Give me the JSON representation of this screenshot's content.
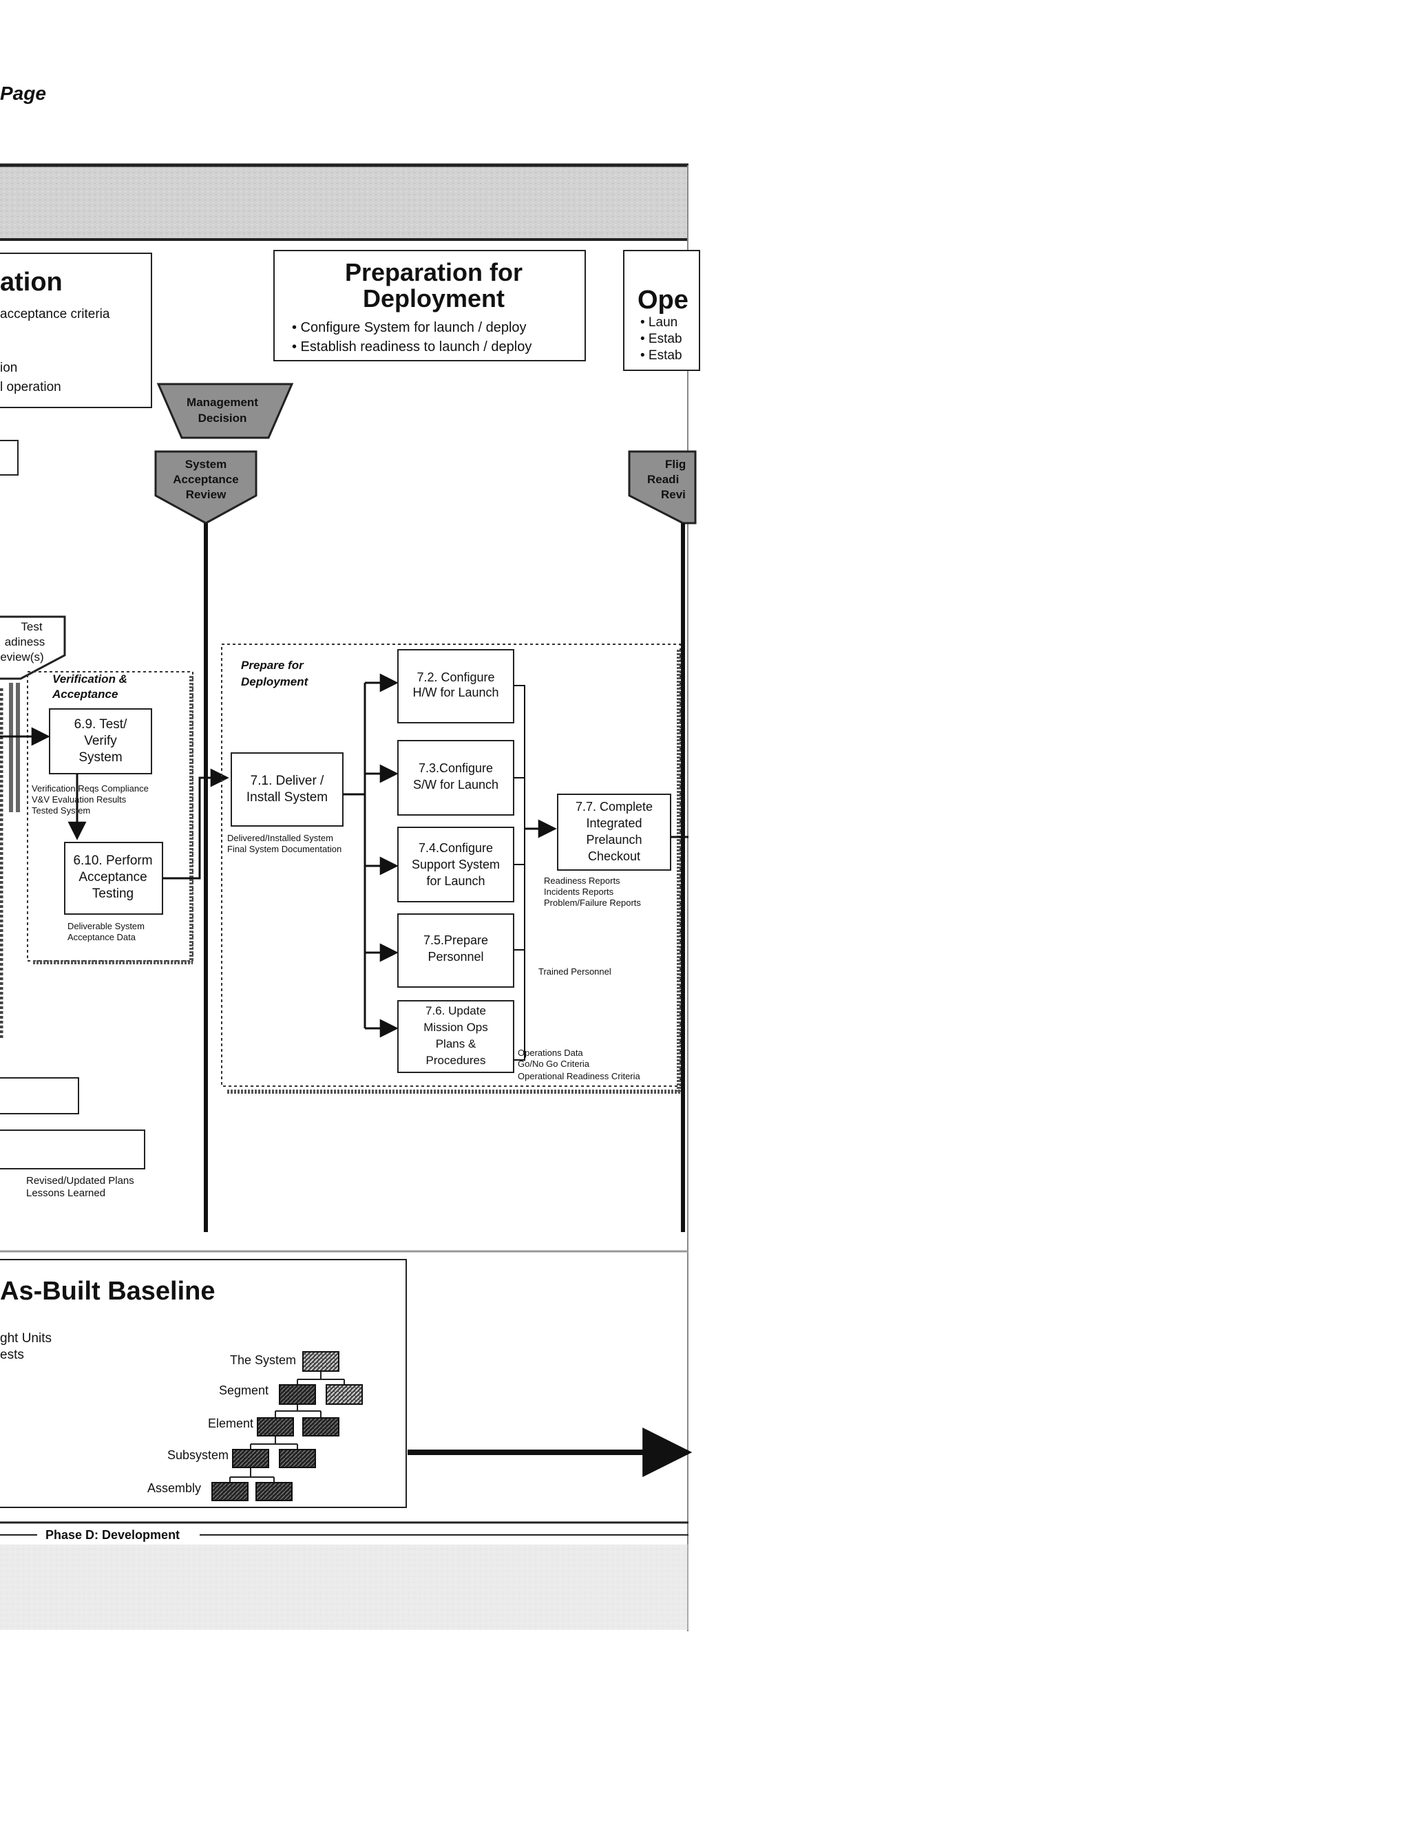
{
  "page": {
    "header": "Page"
  },
  "panels": {
    "verification": {
      "title": "ation",
      "lines": [
        "acceptance criteria",
        "",
        "ion",
        "l operation"
      ]
    },
    "deployment": {
      "title_1": "Preparation for",
      "title_2": "Deployment",
      "bullets": [
        "• Configure System for launch / deploy",
        "• Establish readiness to launch / deploy"
      ]
    },
    "operations": {
      "title": "Ope",
      "bullets": [
        "• Laun",
        "• Estab",
        "• Estab"
      ]
    }
  },
  "decisions": {
    "management": [
      "Management",
      "Decision"
    ],
    "acceptance_review": [
      "System",
      "Acceptance",
      "Review"
    ],
    "flight_readiness": [
      "Flig",
      "Readi",
      "Revi"
    ],
    "test_readiness": [
      "Test",
      "adiness",
      "eview(s)"
    ]
  },
  "groups": {
    "verification": [
      "Verification &",
      "Acceptance"
    ],
    "prepare": [
      "Prepare for",
      "Deployment"
    ]
  },
  "boxes": {
    "b69": [
      "6.9.  Test/",
      "Verify",
      "System"
    ],
    "b610": [
      "6.10. Perform",
      "Acceptance",
      "Testing"
    ],
    "b71": [
      "7.1. Deliver /",
      "Install System"
    ],
    "b72": [
      "7.2. Configure",
      "H/W for Launch"
    ],
    "b73": [
      "7.3.Configure",
      "S/W for Launch"
    ],
    "b74": [
      "7.4.Configure",
      "Support System",
      "for Launch"
    ],
    "b75": [
      "7.5.Prepare",
      "Personnel"
    ],
    "b76": [
      "7.6. Update",
      "Mission Ops",
      "Plans &",
      "Procedures"
    ],
    "b77": [
      "7.7. Complete",
      "Integrated",
      "Prelaunch",
      "Checkout"
    ]
  },
  "outputs": {
    "o69": [
      "Verification Reqs Compliance",
      "V&V Evaluation Results",
      "Tested System"
    ],
    "o610": [
      "Deliverable System",
      "Acceptance Data"
    ],
    "o71": [
      "Delivered/Installed System",
      "Final System Documentation"
    ],
    "o77": [
      "Readiness Reports",
      "Incidents Reports",
      "Problem/Failure Reports"
    ],
    "o75": [
      "Trained Personnel"
    ],
    "o76": [
      "Operations Data",
      "Go/No Go Criteria",
      "Operational Readiness Criteria"
    ],
    "lower": [
      "Revised/Updated  Plans",
      "Lessons Learned"
    ]
  },
  "baseline": {
    "title": "As-Built Baseline",
    "left_lines": [
      "ght Units",
      "ests"
    ],
    "levels": [
      "The System",
      "Segment",
      "Element",
      "Subsystem",
      "Assembly"
    ]
  },
  "phase_label": "Phase D: Development",
  "colors": {
    "line": "#111111",
    "banner": "#cfcfcf",
    "decision_fill": "#8f8f8f"
  }
}
